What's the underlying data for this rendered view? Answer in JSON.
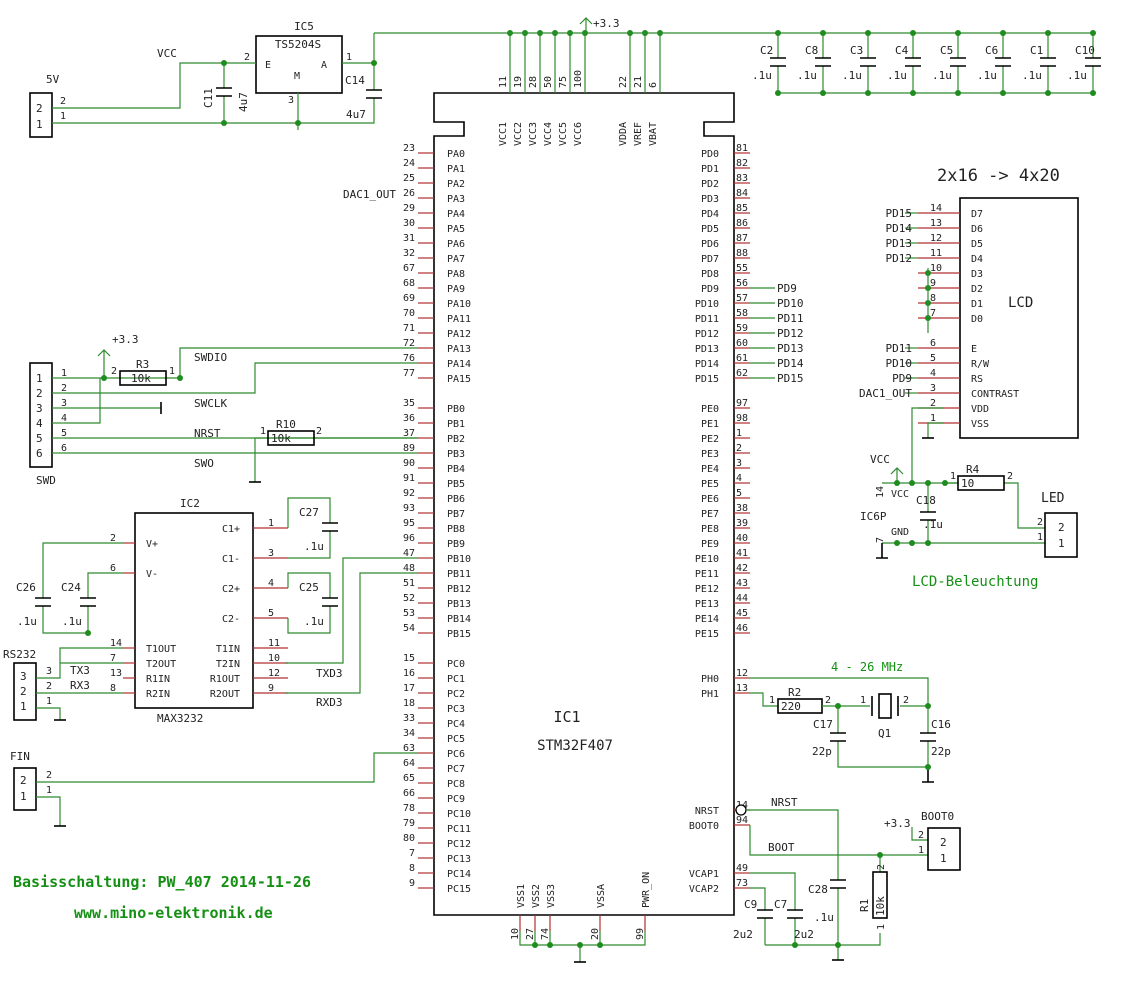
{
  "mcu": {
    "name": "IC1",
    "part": "STM32F407",
    "top_pins": [
      {
        "num": "11",
        "name": "VCC1"
      },
      {
        "num": "19",
        "name": "VCC2"
      },
      {
        "num": "28",
        "name": "VCC3"
      },
      {
        "num": "50",
        "name": "VCC4"
      },
      {
        "num": "75",
        "name": "VCC5"
      },
      {
        "num": "100",
        "name": "VCC6"
      },
      {
        "num": "22",
        "name": "VDDA"
      },
      {
        "num": "21",
        "name": "VREF"
      },
      {
        "num": "6",
        "name": "VBAT"
      }
    ],
    "bottom_pins": [
      {
        "num": "10",
        "name": "VSS1"
      },
      {
        "num": "27",
        "name": "VSS2"
      },
      {
        "num": "74",
        "name": "VSS3"
      },
      {
        "num": "20",
        "name": "VSSA"
      },
      {
        "num": "99",
        "name": "PWR_ON"
      }
    ],
    "left_pins": [
      {
        "num": "23",
        "name": "PA0"
      },
      {
        "num": "24",
        "name": "PA1"
      },
      {
        "num": "25",
        "name": "PA2"
      },
      {
        "num": "26",
        "name": "PA3"
      },
      {
        "num": "29",
        "name": "PA4"
      },
      {
        "num": "30",
        "name": "PA5"
      },
      {
        "num": "31",
        "name": "PA6"
      },
      {
        "num": "32",
        "name": "PA7"
      },
      {
        "num": "67",
        "name": "PA8"
      },
      {
        "num": "68",
        "name": "PA9"
      },
      {
        "num": "69",
        "name": "PA10"
      },
      {
        "num": "70",
        "name": "PA11"
      },
      {
        "num": "71",
        "name": "PA12"
      },
      {
        "num": "72",
        "name": "PA13"
      },
      {
        "num": "76",
        "name": "PA14"
      },
      {
        "num": "77",
        "name": "PA15"
      },
      {
        "num": "35",
        "name": "PB0"
      },
      {
        "num": "36",
        "name": "PB1"
      },
      {
        "num": "37",
        "name": "PB2"
      },
      {
        "num": "89",
        "name": "PB3"
      },
      {
        "num": "90",
        "name": "PB4"
      },
      {
        "num": "91",
        "name": "PB5"
      },
      {
        "num": "92",
        "name": "PB6"
      },
      {
        "num": "93",
        "name": "PB7"
      },
      {
        "num": "95",
        "name": "PB8"
      },
      {
        "num": "96",
        "name": "PB9"
      },
      {
        "num": "47",
        "name": "PB10"
      },
      {
        "num": "48",
        "name": "PB11"
      },
      {
        "num": "51",
        "name": "PB12"
      },
      {
        "num": "52",
        "name": "PB13"
      },
      {
        "num": "53",
        "name": "PB14"
      },
      {
        "num": "54",
        "name": "PB15"
      },
      {
        "num": "15",
        "name": "PC0"
      },
      {
        "num": "16",
        "name": "PC1"
      },
      {
        "num": "17",
        "name": "PC2"
      },
      {
        "num": "18",
        "name": "PC3"
      },
      {
        "num": "33",
        "name": "PC4"
      },
      {
        "num": "34",
        "name": "PC5"
      },
      {
        "num": "63",
        "name": "PC6"
      },
      {
        "num": "64",
        "name": "PC7"
      },
      {
        "num": "65",
        "name": "PC8"
      },
      {
        "num": "66",
        "name": "PC9"
      },
      {
        "num": "78",
        "name": "PC10"
      },
      {
        "num": "79",
        "name": "PC11"
      },
      {
        "num": "80",
        "name": "PC12"
      },
      {
        "num": "7",
        "name": "PC13"
      },
      {
        "num": "8",
        "name": "PC14"
      },
      {
        "num": "9",
        "name": "PC15"
      }
    ],
    "right_pins": [
      {
        "num": "81",
        "name": "PD0",
        "net": ""
      },
      {
        "num": "82",
        "name": "PD1",
        "net": ""
      },
      {
        "num": "83",
        "name": "PD2",
        "net": ""
      },
      {
        "num": "84",
        "name": "PD3",
        "net": ""
      },
      {
        "num": "85",
        "name": "PD4",
        "net": ""
      },
      {
        "num": "86",
        "name": "PD5",
        "net": ""
      },
      {
        "num": "87",
        "name": "PD6",
        "net": ""
      },
      {
        "num": "88",
        "name": "PD7",
        "net": ""
      },
      {
        "num": "55",
        "name": "PD8",
        "net": ""
      },
      {
        "num": "56",
        "name": "PD9",
        "net": "PD9"
      },
      {
        "num": "57",
        "name": "PD10",
        "net": "PD10"
      },
      {
        "num": "58",
        "name": "PD11",
        "net": "PD11"
      },
      {
        "num": "59",
        "name": "PD12",
        "net": "PD12"
      },
      {
        "num": "60",
        "name": "PD13",
        "net": "PD13"
      },
      {
        "num": "61",
        "name": "PD14",
        "net": "PD14"
      },
      {
        "num": "62",
        "name": "PD15",
        "net": "PD15"
      },
      {
        "num": "97",
        "name": "PE0",
        "net": ""
      },
      {
        "num": "98",
        "name": "PE1",
        "net": ""
      },
      {
        "num": "1",
        "name": "PE2",
        "net": ""
      },
      {
        "num": "2",
        "name": "PE3",
        "net": ""
      },
      {
        "num": "3",
        "name": "PE4",
        "net": ""
      },
      {
        "num": "4",
        "name": "PE5",
        "net": ""
      },
      {
        "num": "5",
        "name": "PE6",
        "net": ""
      },
      {
        "num": "38",
        "name": "PE7",
        "net": ""
      },
      {
        "num": "39",
        "name": "PE8",
        "net": ""
      },
      {
        "num": "40",
        "name": "PE9",
        "net": ""
      },
      {
        "num": "41",
        "name": "PE10",
        "net": ""
      },
      {
        "num": "42",
        "name": "PE11",
        "net": ""
      },
      {
        "num": "43",
        "name": "PE12",
        "net": ""
      },
      {
        "num": "44",
        "name": "PE13",
        "net": ""
      },
      {
        "num": "45",
        "name": "PE14",
        "net": ""
      },
      {
        "num": "46",
        "name": "PE15",
        "net": ""
      },
      {
        "num": "12",
        "name": "PH0",
        "net": ""
      },
      {
        "num": "13",
        "name": "PH1",
        "net": ""
      },
      {
        "num": "14",
        "name": "NRST",
        "net": "NRST"
      },
      {
        "num": "94",
        "name": "BOOT0",
        "net": "BOOT"
      },
      {
        "num": "49",
        "name": "VCAP1",
        "net": ""
      },
      {
        "num": "73",
        "name": "VCAP2",
        "net": ""
      }
    ]
  },
  "power": {
    "v33": "+3.3",
    "vcc": "VCC",
    "reg_name": "IC5",
    "reg_part": "TS5204S",
    "reg_e": "E",
    "reg_m": "M",
    "reg_a": "A",
    "reg_pin_in": "2",
    "reg_pin_out": "1",
    "reg_pin_gnd": "3",
    "input_conn": "5V",
    "input_pins": [
      "2",
      "1"
    ],
    "c11_name": "C11",
    "c11_value": "4u7",
    "c14_name": "C14",
    "c14_value": "4u7"
  },
  "decoupling": [
    {
      "name": "C2",
      "value": ".1u"
    },
    {
      "name": "C8",
      "value": ".1u"
    },
    {
      "name": "C3",
      "value": ".1u"
    },
    {
      "name": "C4",
      "value": ".1u"
    },
    {
      "name": "C5",
      "value": ".1u"
    },
    {
      "name": "C6",
      "value": ".1u"
    },
    {
      "name": "C1",
      "value": ".1u"
    },
    {
      "name": "C10",
      "value": ".1u"
    }
  ],
  "swd": {
    "conn": "SWD",
    "pins": [
      "1",
      "2",
      "3",
      "4",
      "5",
      "6"
    ],
    "nets": {
      "swdio": "SWDIO",
      "swclk": "SWCLK",
      "nrst": "NRST",
      "swo": "SWO"
    },
    "r3_name": "R3",
    "r3_value": "10k",
    "r3_pin1": "1",
    "r3_pin2": "2",
    "r10_name": "R10",
    "r10_value": "10k",
    "r10_pin1": "1",
    "r10_pin2": "2",
    "dac_net": "DAC1_OUT"
  },
  "max": {
    "name": "IC2",
    "part": "MAX3232",
    "left_pins": [
      {
        "num": "2",
        "name": "V+"
      },
      {
        "num": "6",
        "name": "V-"
      },
      {
        "num": "14",
        "name": "T1OUT"
      },
      {
        "num": "7",
        "name": "T2OUT"
      },
      {
        "num": "13",
        "name": "R1IN"
      },
      {
        "num": "8",
        "name": "R2IN"
      }
    ],
    "right_pins": [
      {
        "num": "1",
        "name": "C1+"
      },
      {
        "num": "3",
        "name": "C1-"
      },
      {
        "num": "4",
        "name": "C2+"
      },
      {
        "num": "5",
        "name": "C2-"
      },
      {
        "num": "11",
        "name": "T1IN"
      },
      {
        "num": "10",
        "name": "T2IN"
      },
      {
        "num": "12",
        "name": "R1OUT"
      },
      {
        "num": "9",
        "name": "R2OUT"
      }
    ],
    "c27": {
      "name": "C27",
      "value": ".1u"
    },
    "c25": {
      "name": "C25",
      "value": ".1u"
    },
    "c26": {
      "name": "C26",
      "value": ".1u"
    },
    "c24": {
      "name": "C24",
      "value": ".1u"
    },
    "conn": "RS232",
    "conn_pins": [
      "3",
      "2",
      "1"
    ],
    "tx3": "TX3",
    "rx3": "RX3",
    "txd3": "TXD3",
    "rxd3": "RXD3"
  },
  "fin": {
    "name": "FIN",
    "pins": [
      "2",
      "1"
    ]
  },
  "lcd": {
    "title": "2x16 -> 4x20",
    "label": "LCD",
    "pins": [
      {
        "num": "14",
        "name": "D7",
        "net": "PD15"
      },
      {
        "num": "13",
        "name": "D6",
        "net": "PD14"
      },
      {
        "num": "12",
        "name": "D5",
        "net": "PD13"
      },
      {
        "num": "11",
        "name": "D4",
        "net": "PD12"
      },
      {
        "num": "10",
        "name": "D3",
        "net": ""
      },
      {
        "num": "9",
        "name": "D2",
        "net": ""
      },
      {
        "num": "8",
        "name": "D1",
        "net": ""
      },
      {
        "num": "7",
        "name": "D0",
        "net": ""
      },
      {
        "num": "6",
        "name": "E",
        "net": "PD11"
      },
      {
        "num": "5",
        "name": "R/W",
        "net": "PD10"
      },
      {
        "num": "4",
        "name": "RS",
        "net": "PD9"
      },
      {
        "num": "3",
        "name": "CONTRAST",
        "net": "DAC1_OUT"
      },
      {
        "num": "2",
        "name": "VDD",
        "net": ""
      },
      {
        "num": "1",
        "name": "VSS",
        "net": ""
      }
    ]
  },
  "backlight": {
    "vcc": "VCC",
    "ic": "IC6P",
    "vcc_pin": "VCC",
    "vcc_num": "14",
    "gnd_pin": "GND",
    "gnd_num": "7",
    "c18_name": "C18",
    "c18_value": ".1u",
    "r4_name": "R4",
    "r4_value": "10",
    "r4_pin1": "1",
    "r4_pin2": "2",
    "conn": "LED",
    "conn_pins": [
      "2",
      "1"
    ],
    "caption": "LCD-Beleuchtung"
  },
  "clock": {
    "freq": "4 - 26 MHz",
    "r2_name": "R2",
    "r2_value": "220",
    "r2_pin1": "1",
    "r2_pin2": "2",
    "q1": "Q1",
    "q1_pin1": "1",
    "q1_pin2": "2",
    "c17_name": "C17",
    "c17_value": "22p",
    "c16_name": "C16",
    "c16_value": "22p"
  },
  "boot": {
    "conn": "BOOT0",
    "conn_pins": [
      "2",
      "1"
    ],
    "v33": "+3.3",
    "nrst": "NRST",
    "boot": "BOOT",
    "r1_name": "R1",
    "r1_value": "10k",
    "r1_pin1": "1",
    "r1_pin2": "2"
  },
  "vcap": {
    "c9_name": "C9",
    "c9_value": "2u2",
    "c7_name": "C7",
    "c7_value": "2u2",
    "c28_name": "C28",
    "c28_value": ".1u"
  },
  "footer": {
    "line1": "Basisschaltung: PW_407 2014-11-26",
    "line2": "www.mino-elektronik.de"
  }
}
